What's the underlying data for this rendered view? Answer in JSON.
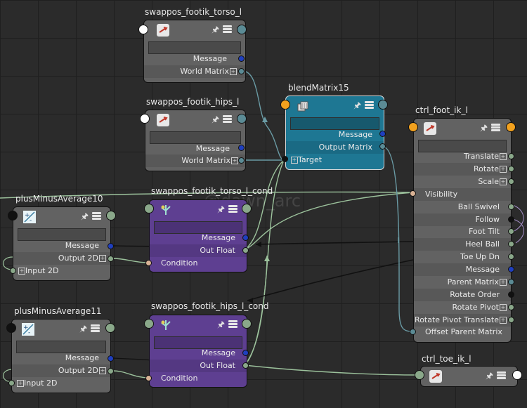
{
  "watermark": "@dawn_arc",
  "colors": {
    "background": "#2b2b2b",
    "node_grey": "#626262",
    "node_blue": "#1e7793",
    "node_purple": "#5e3f91",
    "port_blue": "#1f3fbf",
    "port_green": "#8aa88a",
    "port_tan": "#d9b295",
    "port_orange": "#f2a11e",
    "port_grey": "#5b8b95",
    "wire_green": "#9cc29c",
    "wire_teal": "#6a9ba5"
  },
  "nodes": {
    "torso": {
      "title": "swappos_footik_torso_l",
      "icon": "transform-icon",
      "rows": [
        "Message",
        "World Matrix"
      ]
    },
    "hips": {
      "title": "swappos_footik_hips_l",
      "icon": "transform-icon",
      "rows": [
        "Message",
        "World Matrix"
      ]
    },
    "blend": {
      "title": "blendMatrix15",
      "icon": "blend-matrix-icon",
      "rows": [
        "Message",
        "Output Matrix",
        "Target"
      ]
    },
    "ctrl_foot": {
      "title": "ctrl_foot_ik_l",
      "icon": "transform-icon",
      "rows": [
        "Translate",
        "Rotate",
        "Scale",
        "Visibility",
        "Ball Swivel",
        "Follow",
        "Foot Tilt",
        "Heel Ball",
        "Toe Up Dn",
        "Message",
        "Parent Matrix",
        "Rotate Order",
        "Rotate Pivot",
        "Rotate Pivot Translate",
        "Offset Parent Matrix"
      ]
    },
    "pma10": {
      "title": "plusMinusAverage10",
      "icon": "plus-minus-icon",
      "rows": [
        "Message",
        "Output 2D",
        "Input 2D"
      ]
    },
    "torso_cond": {
      "title": "swappos_footik_torso_l_cond",
      "icon": "condition-icon",
      "rows": [
        "Message",
        "Out Float",
        "Condition"
      ]
    },
    "pma11": {
      "title": "plusMinusAverage11",
      "icon": "plus-minus-icon",
      "rows": [
        "Message",
        "Output 2D",
        "Input 2D"
      ]
    },
    "hips_cond": {
      "title": "swappos_footik_hips_l_cond",
      "icon": "condition-icon",
      "rows": [
        "Message",
        "Out Float",
        "Condition"
      ]
    },
    "ctrl_toe": {
      "title": "ctrl_toe_ik_l",
      "icon": "transform-icon",
      "rows": []
    }
  }
}
